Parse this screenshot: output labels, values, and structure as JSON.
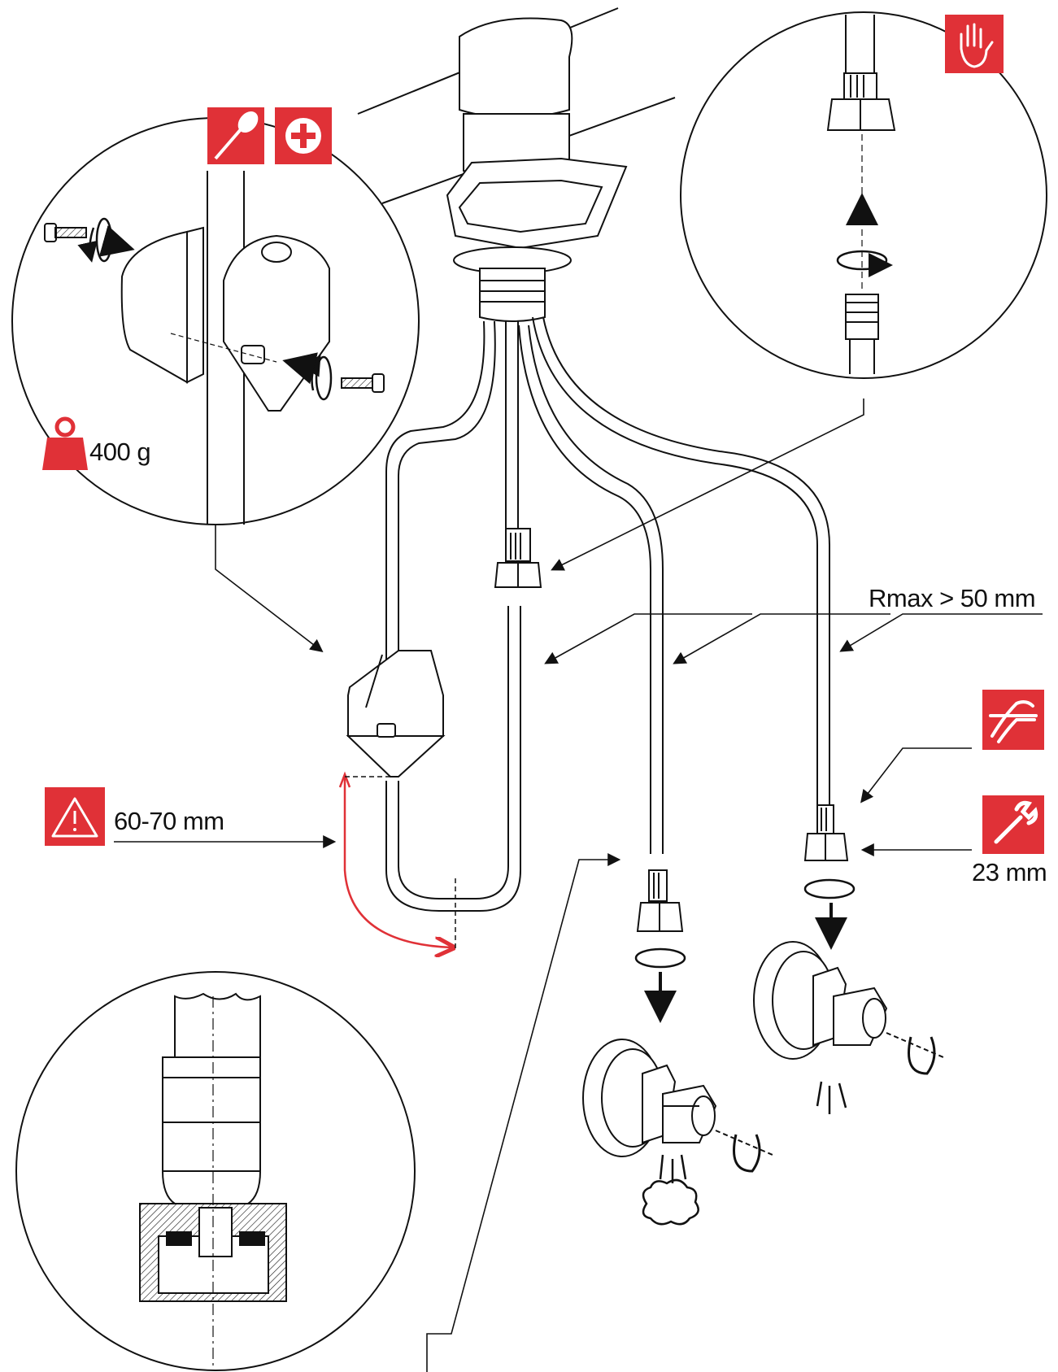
{
  "labels": {
    "weight": "400 g",
    "clearance": "60-70 mm",
    "bend_radius": "Rmax > 50 mm",
    "wrench_size": "23 mm"
  },
  "icons": {
    "screwdriver_badge": "screwdriver-icon",
    "phillips_badge": "phillips-screw-icon",
    "hand_badge": "hand-stop-icon",
    "weight_icon": "weight-icon",
    "warning_badge": "warning-icon",
    "no_tools_badge": "no-pliers-icon",
    "wrench_badge": "wrench-icon"
  },
  "colors": {
    "accent": "#e03137",
    "line": "#111111",
    "background": "#ffffff"
  }
}
